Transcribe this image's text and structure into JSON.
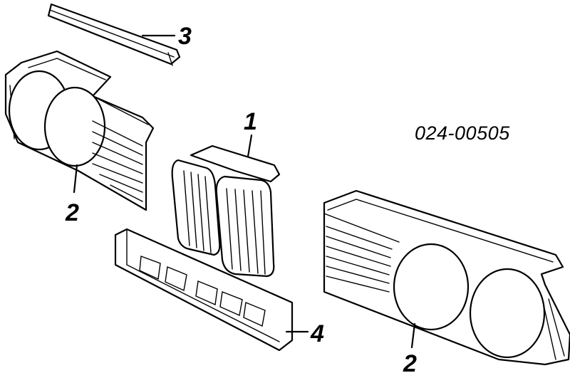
{
  "diagram": {
    "part_number": "024-00505",
    "callouts": {
      "grille_center": "1",
      "headlight_grille_left": "2",
      "headlight_grille_right": "2",
      "trim_strip": "3",
      "lower_grille": "4"
    }
  }
}
